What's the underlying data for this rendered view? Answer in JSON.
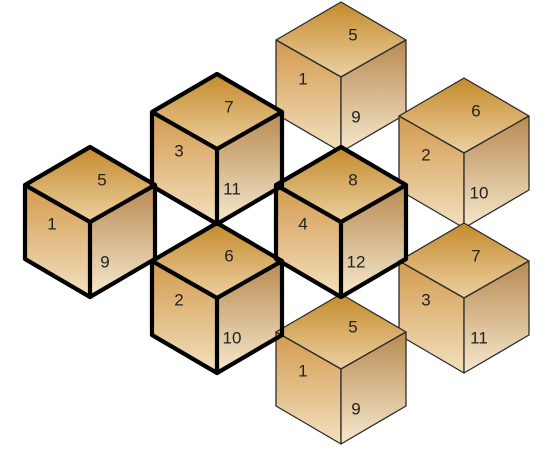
{
  "puzzle": {
    "colors": {
      "top_dark": "#c48a2c",
      "top_light": "#ecd0a0",
      "left_dark": "#d39a4e",
      "left_light": "#f3e0be",
      "right_dark": "#b88a52",
      "right_light": "#f6e8cc",
      "outline": "#2b2b2b",
      "bold_outline": "#000000",
      "number": "#222222"
    },
    "cubes": [
      {
        "id": "cube-a",
        "top": "5",
        "left": "1",
        "right": "9",
        "bold": false
      },
      {
        "id": "cube-b",
        "top": "7",
        "left": "3",
        "right": "11",
        "bold": true
      },
      {
        "id": "cube-c",
        "top": "6",
        "left": "2",
        "right": "10",
        "bold": false
      },
      {
        "id": "cube-d",
        "top": "5",
        "left": "1",
        "right": "9",
        "bold": true
      },
      {
        "id": "cube-e",
        "top": "8",
        "left": "4",
        "right": "12",
        "bold": true
      },
      {
        "id": "cube-f",
        "top": "7",
        "left": "3",
        "right": "11",
        "bold": false
      },
      {
        "id": "cube-g",
        "top": "6",
        "left": "2",
        "right": "10",
        "bold": true
      },
      {
        "id": "cube-h",
        "top": "5",
        "left": "1",
        "right": "9",
        "bold": false
      }
    ]
  }
}
